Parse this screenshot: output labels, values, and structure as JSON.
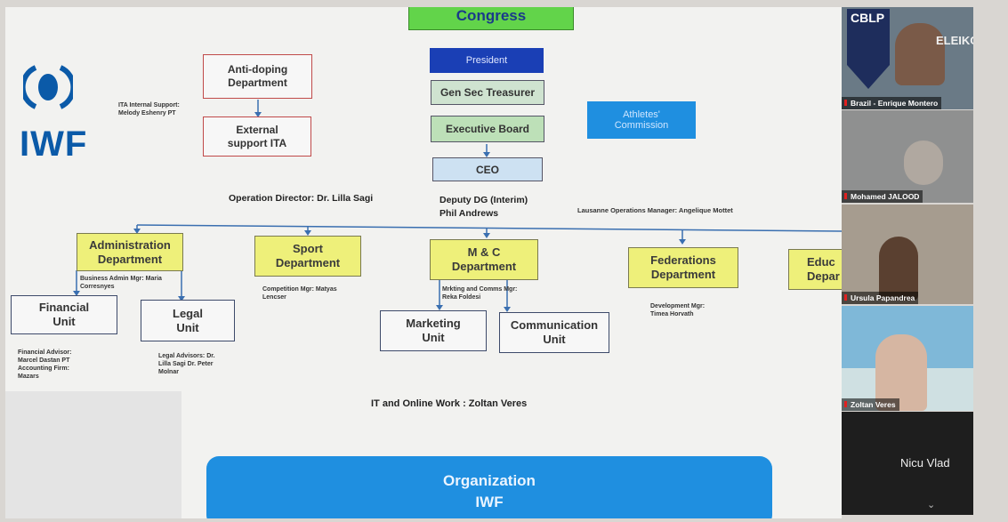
{
  "slide": {
    "logo_text": "IWF",
    "congress": "Congress",
    "president": "President",
    "gen_sec": "Gen Sec Treasurer",
    "exec_board": "Executive Board",
    "ceo": "CEO",
    "athletes_commission": "Athletes' Commission",
    "anti_doping": "Anti-doping Department",
    "external_support": "External support ITA",
    "ita_support": "ITA Internal Support: Melody Eshenry PT",
    "operation_director": "Operation Director: Dr. Lilla Sagi",
    "deputy_dg": "Deputy DG (Interim)",
    "deputy_name": "Phil Andrews",
    "lausanne": "Lausanne  Operations Manager: Angelique Mottet",
    "departments": {
      "administration": "Administration Department",
      "sport": "Sport Department",
      "mc": "M & C Department",
      "federations": "Federations Department",
      "education": "Educ Depar"
    },
    "admin_mgr": "Business Admin Mgr: Maria Corresnyes",
    "competition_mgr": "Competition Mgr: Matyas Lencser",
    "mc_mgr": "Mrkting and Comms Mgr: Reka Foldesi",
    "development_mgr": "Development Mgr: Timea Horvath",
    "units": {
      "financial": "Financial Unit",
      "legal": "Legal Unit",
      "marketing": "Marketing Unit",
      "communication": "Communication Unit"
    },
    "financial_advisor": "Financial Advisor: Marcel Dastan PT Accounting Firm: Mazars",
    "legal_advisors": "Legal Advisors: Dr. Lilla Sagi Dr. Peter Molnar",
    "it_line": "IT and Online Work :  Zoltan Veres",
    "organization": "Organization",
    "org_name": "IWF"
  },
  "participants": [
    {
      "name": "Brazil - Enrique Montero",
      "brand_left": "CBLP",
      "brand_right": "ELEIKO"
    },
    {
      "name": "Mohamed JALOOD"
    },
    {
      "name": "Ursula Papandrea"
    },
    {
      "name": "Zoltan Veres"
    },
    {
      "name": "Nicu Vlad"
    }
  ],
  "colors": {
    "accent_blue": "#1f8fe0",
    "president_blue": "#1a3fb5",
    "logo_blue": "#0b5aa8",
    "dept_yellow": "#eef07a",
    "congress_green": "#62d44a"
  }
}
